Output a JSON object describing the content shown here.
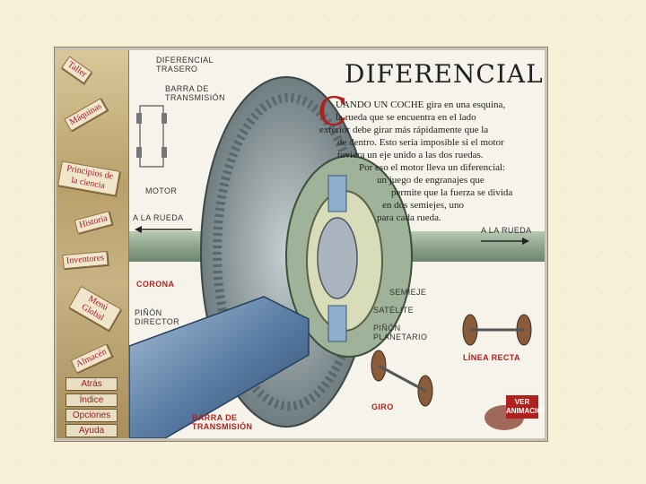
{
  "colors": {
    "page_bg": "#f7f0d6",
    "accent_red": "#b0201d",
    "panel_bg": "#f6f3ea"
  },
  "sidebar": {
    "tags": [
      "Taller",
      "Máquinas",
      "Principios de la ciencia",
      "Historia",
      "Inventores",
      "Menú Global",
      "Almacén"
    ],
    "buttons": [
      "Atrás",
      "Índice",
      "Opciones",
      "Ayuda"
    ]
  },
  "main": {
    "title": "DIFERENCIAL",
    "dropcap": "C",
    "body_lines": [
      "UANDO UN COCHE gira en una esquina,",
      "la rueda que se encuentra en el lado",
      "exterior debe girar más rápidamente que la",
      "de dentro. Esto sería imposible si el motor",
      "tuviera un eje unido a las dos ruedas.",
      "Por eso el motor lleva un diferencial:",
      "un juego de engranajes que",
      "permite que la fuerza se divida",
      "en dos semiejes, uno",
      "para cada rueda."
    ],
    "labels": {
      "diff_trasero": "DIFERENCIAL TRASERO",
      "barra_top": "BARRA DE TRANSMISIÓN",
      "motor": "MOTOR",
      "rueda_left": "A LA RUEDA",
      "rueda_right": "A LA RUEDA",
      "corona": "CORONA",
      "pinon_director": "PIÑÓN DIRECTOR",
      "semieje": "SEMIEJE",
      "satelite": "SATÉLITE",
      "pinon_planetario": "PIÑÓN PLANETARIO",
      "linea_recta": "LÍNEA RECTA",
      "giro": "GIRO",
      "barra_bottom": "BARRA DE TRANSMISIÓN",
      "ver_animacion": "VER ANIMACIÓN"
    }
  }
}
